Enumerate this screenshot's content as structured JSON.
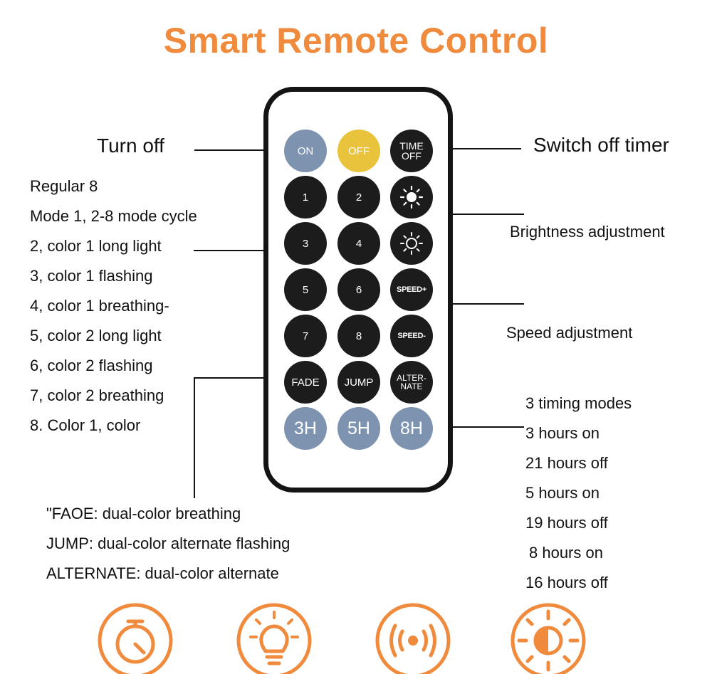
{
  "title": "Smart Remote Control",
  "remote": {
    "buttons": {
      "on": "ON",
      "off": "OFF",
      "time_off": "TIME\nOFF",
      "b1": "1",
      "b2": "2",
      "b3": "3",
      "b4": "4",
      "b5": "5",
      "b6": "6",
      "b7": "7",
      "b8": "8",
      "speed_up": "SPEED+",
      "speed_down": "SPEED-",
      "fade": "FADE",
      "jump": "JUMP",
      "alternate": "ALTER-\nNATE",
      "h3": "3H",
      "h5": "5H",
      "h8": "8H"
    }
  },
  "labels": {
    "turn_off": "Turn off",
    "switch_off_timer": "Switch off timer",
    "brightness": "Brightness adjustment",
    "speed": "Speed adjustment",
    "modes": [
      "Regular 8",
      "Mode 1, 2-8 mode cycle",
      "2, color 1 long light",
      "3, color 1 flashing",
      "4, color 1 breathing-",
      "5, color 2 long light",
      "6, color 2 flashing",
      "7, color 2 breathing",
      "8. Color 1, color"
    ],
    "effects": [
      "\"FAOE: dual-color breathing",
      "JUMP: dual-color alternate flashing",
      "ALTERNATE: dual-color alternate"
    ],
    "timing": [
      "3 timing modes",
      "3 hours on",
      "21 hours off",
      "5 hours on",
      "19 hours off",
      "8 hours on",
      "16 hours off"
    ]
  },
  "colors": {
    "accent": "#f08a3c",
    "button_dark": "#1c1c1c",
    "button_blue": "#7d93b0",
    "button_yellow": "#e9c33b"
  },
  "bottom_icons": [
    "timer-icon",
    "bulb-icon",
    "signal-icon",
    "brightness-half-icon"
  ]
}
